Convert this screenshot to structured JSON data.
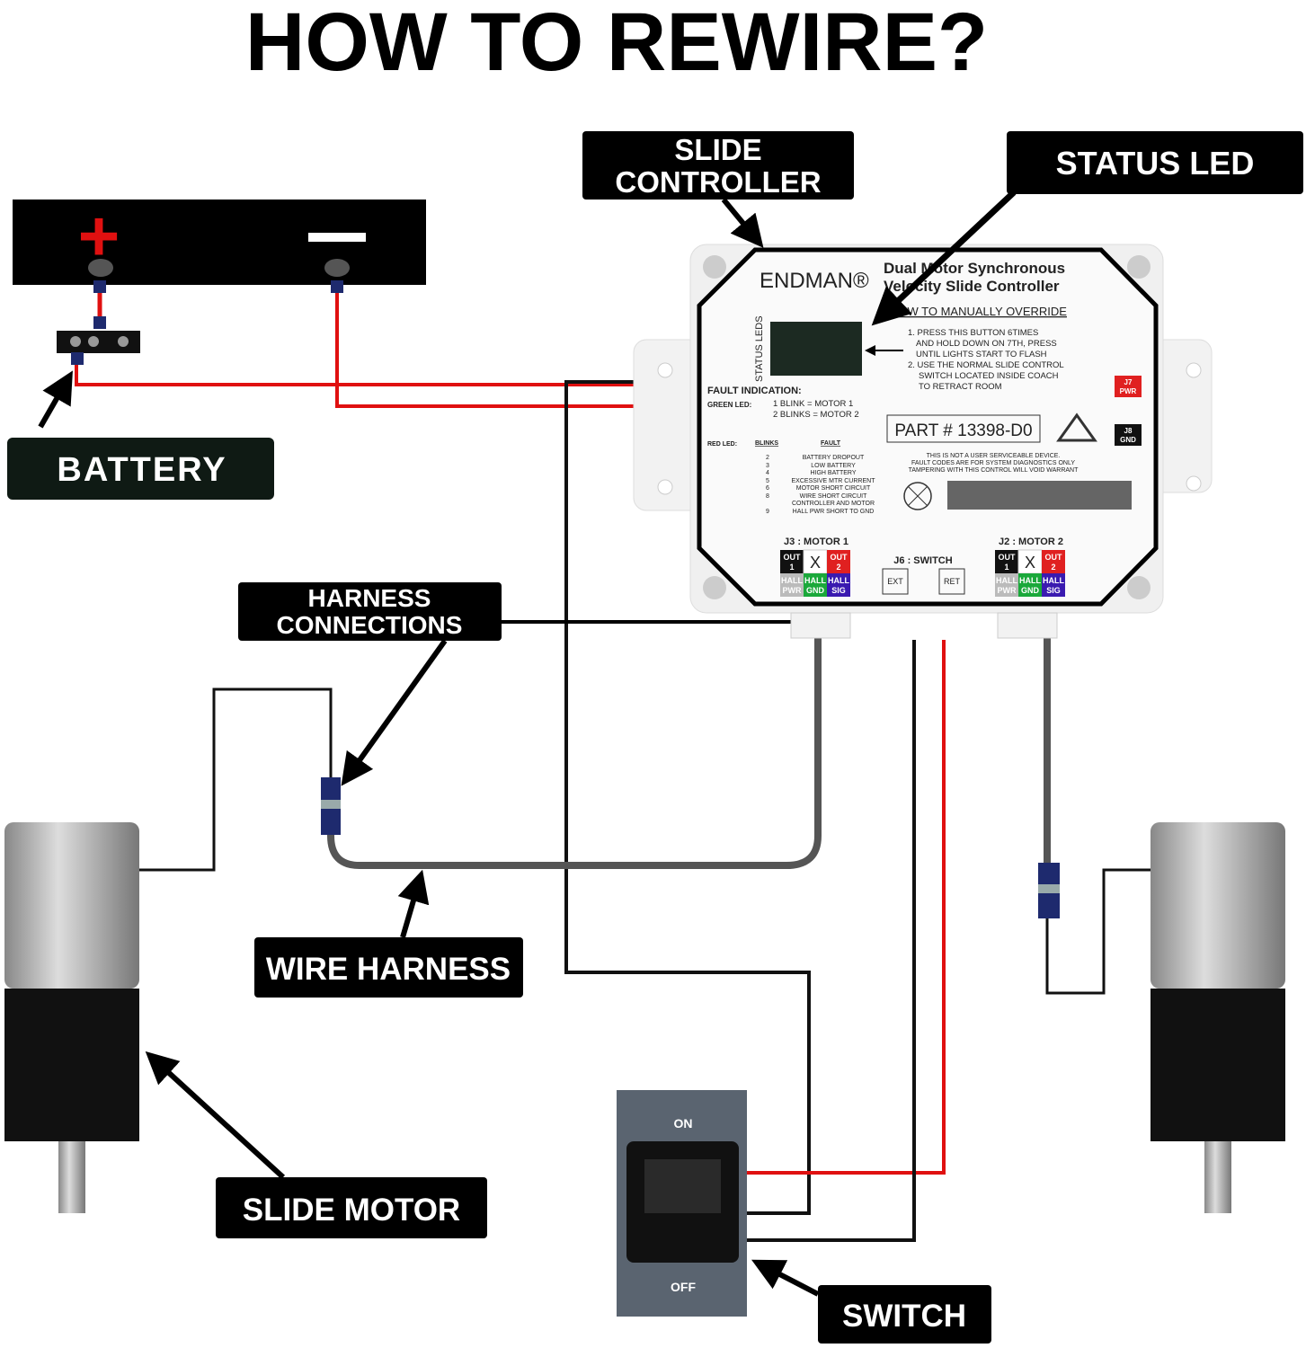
{
  "title": "HOW TO REWIRE?",
  "labels": {
    "slide_controller": [
      "SLIDE",
      "CONTROLLER"
    ],
    "status_led": "STATUS LED",
    "battery": "BATTERY",
    "harness_connections": [
      "HARNESS",
      "CONNECTIONS"
    ],
    "wire_harness": "WIRE HARNESS",
    "slide_motor": "SLIDE MOTOR",
    "switch": "SWITCH"
  },
  "battery": {
    "plus": "+",
    "minus": "−"
  },
  "controller": {
    "brand": "ENDMAN®",
    "product": [
      "Dual Motor Synchronous",
      "Velocity Slide Controller"
    ],
    "status_leds": "STATUS LEDS",
    "override_title": "HOW TO MANUALLY OVERRIDE",
    "override_steps": [
      "1. PRESS THIS BUTTON 6TIMES",
      "AND HOLD DOWN ON 7TH, PRESS",
      "UNTIL LIGHTS START TO FLASH",
      "2. USE THE NORMAL SLIDE CONTROL",
      "SWITCH LOCATED INSIDE COACH",
      "TO RETRACT ROOM"
    ],
    "fault_indication": "FAULT INDICATION:",
    "green_led": "GREEN LED:",
    "green_codes": [
      "1 BLINK = MOTOR 1",
      "2 BLINKS = MOTOR 2"
    ],
    "red_led": "RED LED:",
    "blinks_header": "BLINKS",
    "fault_header": "FAULT",
    "red_codes": [
      {
        "blinks": "2",
        "fault": "BATTERY DROPOUT"
      },
      {
        "blinks": "3",
        "fault": "LOW BATTERY"
      },
      {
        "blinks": "4",
        "fault": "HIGH BATTERY"
      },
      {
        "blinks": "5",
        "fault": "EXCESSIVE MTR CURRENT"
      },
      {
        "blinks": "6",
        "fault": "MOTOR SHORT CIRCUIT"
      },
      {
        "blinks": "8",
        "fault": "WIRE SHORT CIRCUIT"
      },
      {
        "blinks": "",
        "fault": "CONTROLLER AND MOTOR"
      },
      {
        "blinks": "9",
        "fault": "HALL PWR SHORT TO GND"
      }
    ],
    "part": "PART # 13398-D0",
    "warning": [
      "THIS IS NOT A USER SERVICEABLE DEVICE.",
      "FAULT CODES ARE FOR SYSTEM DIAGNOSTICS ONLY",
      "TAMPERING WITH THIS CONTROL WILL VOID WARRANT"
    ],
    "j7": [
      "J7",
      "PWR"
    ],
    "j8": [
      "J8",
      "GND"
    ],
    "j3": "J3 : MOTOR 1",
    "j2": "J2 : MOTOR 2",
    "j6": "J6 : SWITCH",
    "ext": "EXT",
    "ret": "RET",
    "pins": {
      "out1": [
        "OUT",
        "1"
      ],
      "x": "X",
      "out2": [
        "OUT",
        "2"
      ],
      "hall_pwr": [
        "HALL",
        "PWR"
      ],
      "hall_gnd": [
        "HALL",
        "GND"
      ],
      "hall_sig": [
        "HALL",
        "SIG"
      ]
    }
  },
  "switch": {
    "on": "ON",
    "off": "OFF"
  },
  "colors": {
    "wire_red": "#e01010",
    "wire_black": "#111111",
    "label_bg": "#000000",
    "connector": "#1e2a6e",
    "j7": "#e02020",
    "hall_gnd": "#1aa83a",
    "hall_sig": "#3a1ab0"
  }
}
